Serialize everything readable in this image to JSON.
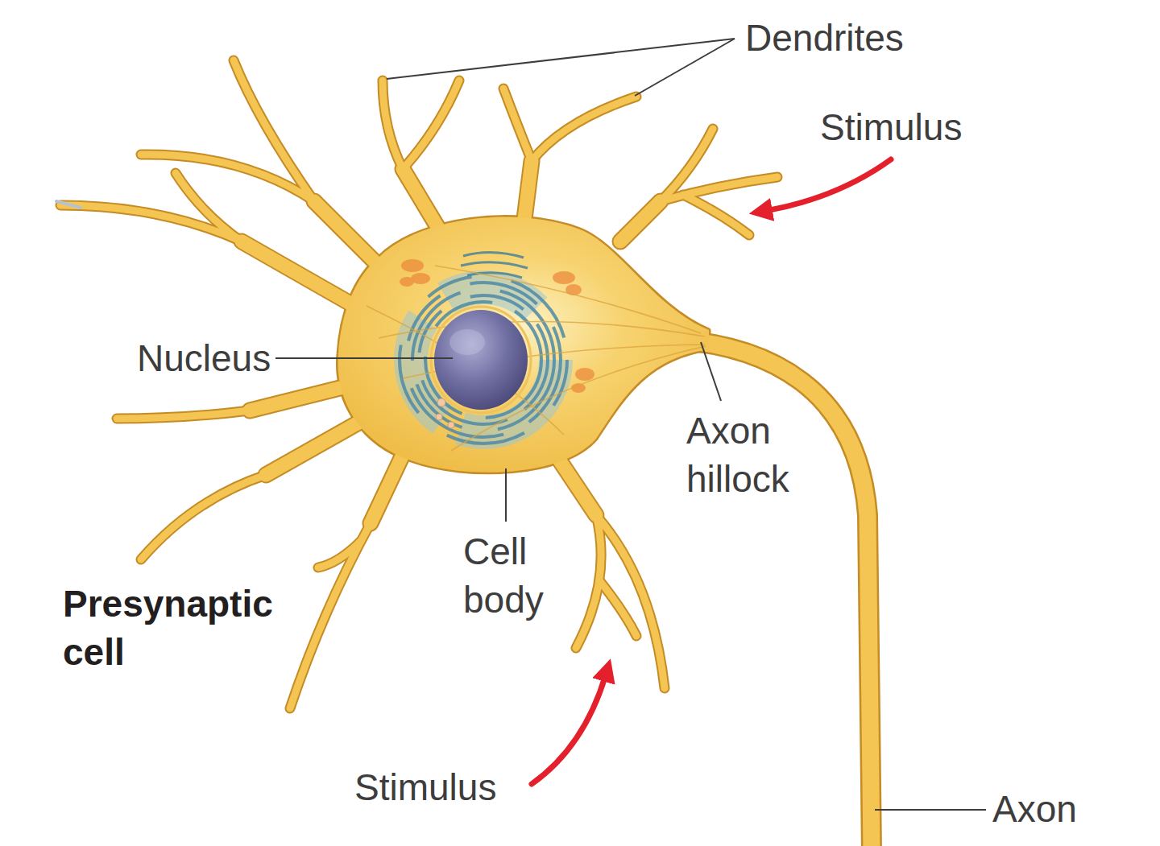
{
  "diagram": {
    "labels": [
      "Dendrites",
      "Stimulus",
      "Nucleus",
      "Axon hillock",
      "Cell body",
      "Presynaptic cell",
      "Stimulus",
      "Axon"
    ]
  }
}
